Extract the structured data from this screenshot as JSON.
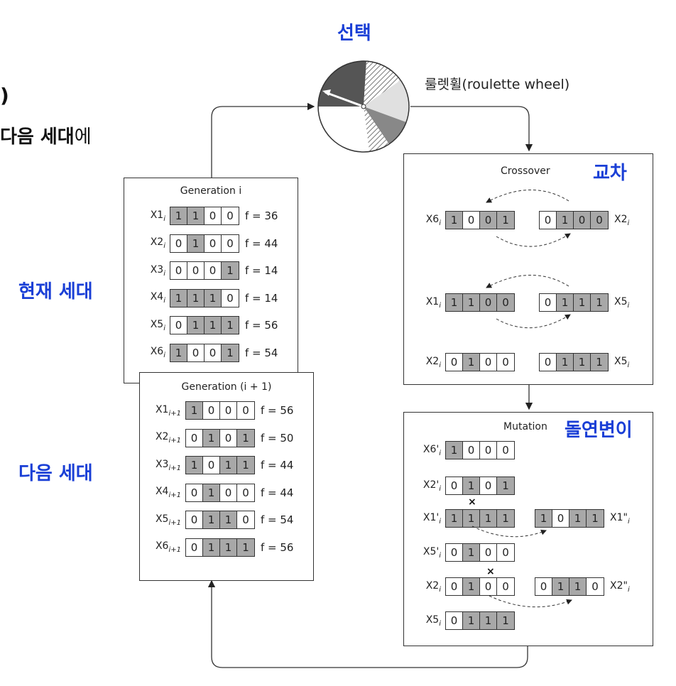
{
  "labels": {
    "selection": "선택",
    "roulette": "룰렛휠(roulette wheel)",
    "crossover_kor": "교차",
    "mutation_kor": "돌연변이",
    "current_gen": "현재 세대",
    "next_gen": "다음 세대",
    "top_left_paren": ")",
    "top_left_text_bold": "다음 세대",
    "top_left_text_tail": "에",
    "crossover_title": "Crossover",
    "mutation_title": "Mutation",
    "gen_i_title": "Generation i",
    "gen_i1_title": "Generation (i + 1)"
  },
  "generation_i": [
    {
      "name": "X1",
      "sub": "i",
      "bits": [
        "1",
        "1",
        "0",
        "0"
      ],
      "shade": [
        1,
        1,
        0,
        0
      ],
      "fitness": "f = 36"
    },
    {
      "name": "X2",
      "sub": "i",
      "bits": [
        "0",
        "1",
        "0",
        "0"
      ],
      "shade": [
        0,
        1,
        0,
        0
      ],
      "fitness": "f = 44"
    },
    {
      "name": "X3",
      "sub": "i",
      "bits": [
        "0",
        "0",
        "0",
        "1"
      ],
      "shade": [
        0,
        0,
        0,
        1
      ],
      "fitness": "f = 14"
    },
    {
      "name": "X4",
      "sub": "i",
      "bits": [
        "1",
        "1",
        "1",
        "0"
      ],
      "shade": [
        1,
        1,
        1,
        0
      ],
      "fitness": "f = 14"
    },
    {
      "name": "X5",
      "sub": "i",
      "bits": [
        "0",
        "1",
        "1",
        "1"
      ],
      "shade": [
        0,
        1,
        1,
        1
      ],
      "fitness": "f = 56"
    },
    {
      "name": "X6",
      "sub": "i",
      "bits": [
        "1",
        "0",
        "0",
        "1"
      ],
      "shade": [
        1,
        0,
        0,
        1
      ],
      "fitness": "f = 54"
    }
  ],
  "generation_i1": [
    {
      "name": "X1",
      "sub": "i+1",
      "bits": [
        "1",
        "0",
        "0",
        "0"
      ],
      "shade": [
        1,
        0,
        0,
        0
      ],
      "fitness": "f = 56"
    },
    {
      "name": "X2",
      "sub": "i+1",
      "bits": [
        "0",
        "1",
        "0",
        "1"
      ],
      "shade": [
        0,
        1,
        0,
        1
      ],
      "fitness": "f = 50"
    },
    {
      "name": "X3",
      "sub": "i+1",
      "bits": [
        "1",
        "0",
        "1",
        "1"
      ],
      "shade": [
        1,
        0,
        1,
        1
      ],
      "fitness": "f = 44"
    },
    {
      "name": "X4",
      "sub": "i+1",
      "bits": [
        "0",
        "1",
        "0",
        "0"
      ],
      "shade": [
        0,
        1,
        0,
        0
      ],
      "fitness": "f = 44"
    },
    {
      "name": "X5",
      "sub": "i+1",
      "bits": [
        "0",
        "1",
        "1",
        "0"
      ],
      "shade": [
        0,
        1,
        1,
        0
      ],
      "fitness": "f = 54"
    },
    {
      "name": "X6",
      "sub": "i+1",
      "bits": [
        "0",
        "1",
        "1",
        "1"
      ],
      "shade": [
        0,
        1,
        1,
        1
      ],
      "fitness": "f = 56"
    }
  ],
  "crossover": {
    "pair1_left": {
      "name": "X6",
      "sub": "i",
      "bits": [
        "1",
        "0",
        "0",
        "1"
      ]
    },
    "pair1_right": {
      "name": "X2",
      "sub": "i",
      "bits": [
        "0",
        "1",
        "0",
        "0"
      ]
    },
    "pair2_left": {
      "name": "X1",
      "sub": "i",
      "bits": [
        "1",
        "1",
        "0",
        "0"
      ]
    },
    "pair2_right": {
      "name": "X5",
      "sub": "i",
      "bits": [
        "0",
        "1",
        "1",
        "1"
      ]
    },
    "pair3_left": {
      "name": "X2",
      "sub": "i",
      "bits": [
        "0",
        "1",
        "0",
        "0"
      ],
      "shade": [
        0,
        1,
        0,
        0
      ]
    },
    "pair3_right": {
      "name": "X5",
      "sub": "i",
      "bits": [
        "0",
        "1",
        "1",
        "1"
      ],
      "shade": [
        0,
        1,
        1,
        1
      ]
    }
  },
  "mutation": [
    {
      "name": "X6'",
      "sub": "i",
      "bits": [
        "1",
        "0",
        "0",
        "0"
      ],
      "shade": [
        1,
        0,
        0,
        0
      ]
    },
    {
      "name": "X2'",
      "sub": "i",
      "bits": [
        "0",
        "1",
        "0",
        "1"
      ],
      "shade": [
        0,
        1,
        0,
        1
      ]
    },
    {
      "name": "X1'",
      "sub": "i",
      "bits": [
        "1",
        "1",
        "1",
        "1"
      ],
      "shade": [
        1,
        1,
        1,
        1
      ],
      "result_name": "X1\"",
      "result_sub": "i",
      "result_bits": [
        "1",
        "0",
        "1",
        "1"
      ],
      "result_shade": [
        1,
        0,
        1,
        1
      ]
    },
    {
      "name": "X5'",
      "sub": "i",
      "bits": [
        "0",
        "1",
        "0",
        "0"
      ],
      "shade": [
        0,
        1,
        0,
        0
      ]
    },
    {
      "name": "X2",
      "sub": "i",
      "bits": [
        "0",
        "1",
        "0",
        "0"
      ],
      "shade": [
        0,
        1,
        0,
        0
      ],
      "result_name": "X2\"",
      "result_sub": "i",
      "result_bits": [
        "0",
        "1",
        "1",
        "0"
      ],
      "result_shade": [
        0,
        1,
        1,
        0
      ]
    },
    {
      "name": "X5",
      "sub": "i",
      "bits": [
        "0",
        "1",
        "1",
        "1"
      ],
      "shade": [
        0,
        1,
        1,
        1
      ]
    }
  ],
  "colors": {
    "accent": "#1a3fd6",
    "shade": "#a8a8a8",
    "dark": "#555555"
  }
}
